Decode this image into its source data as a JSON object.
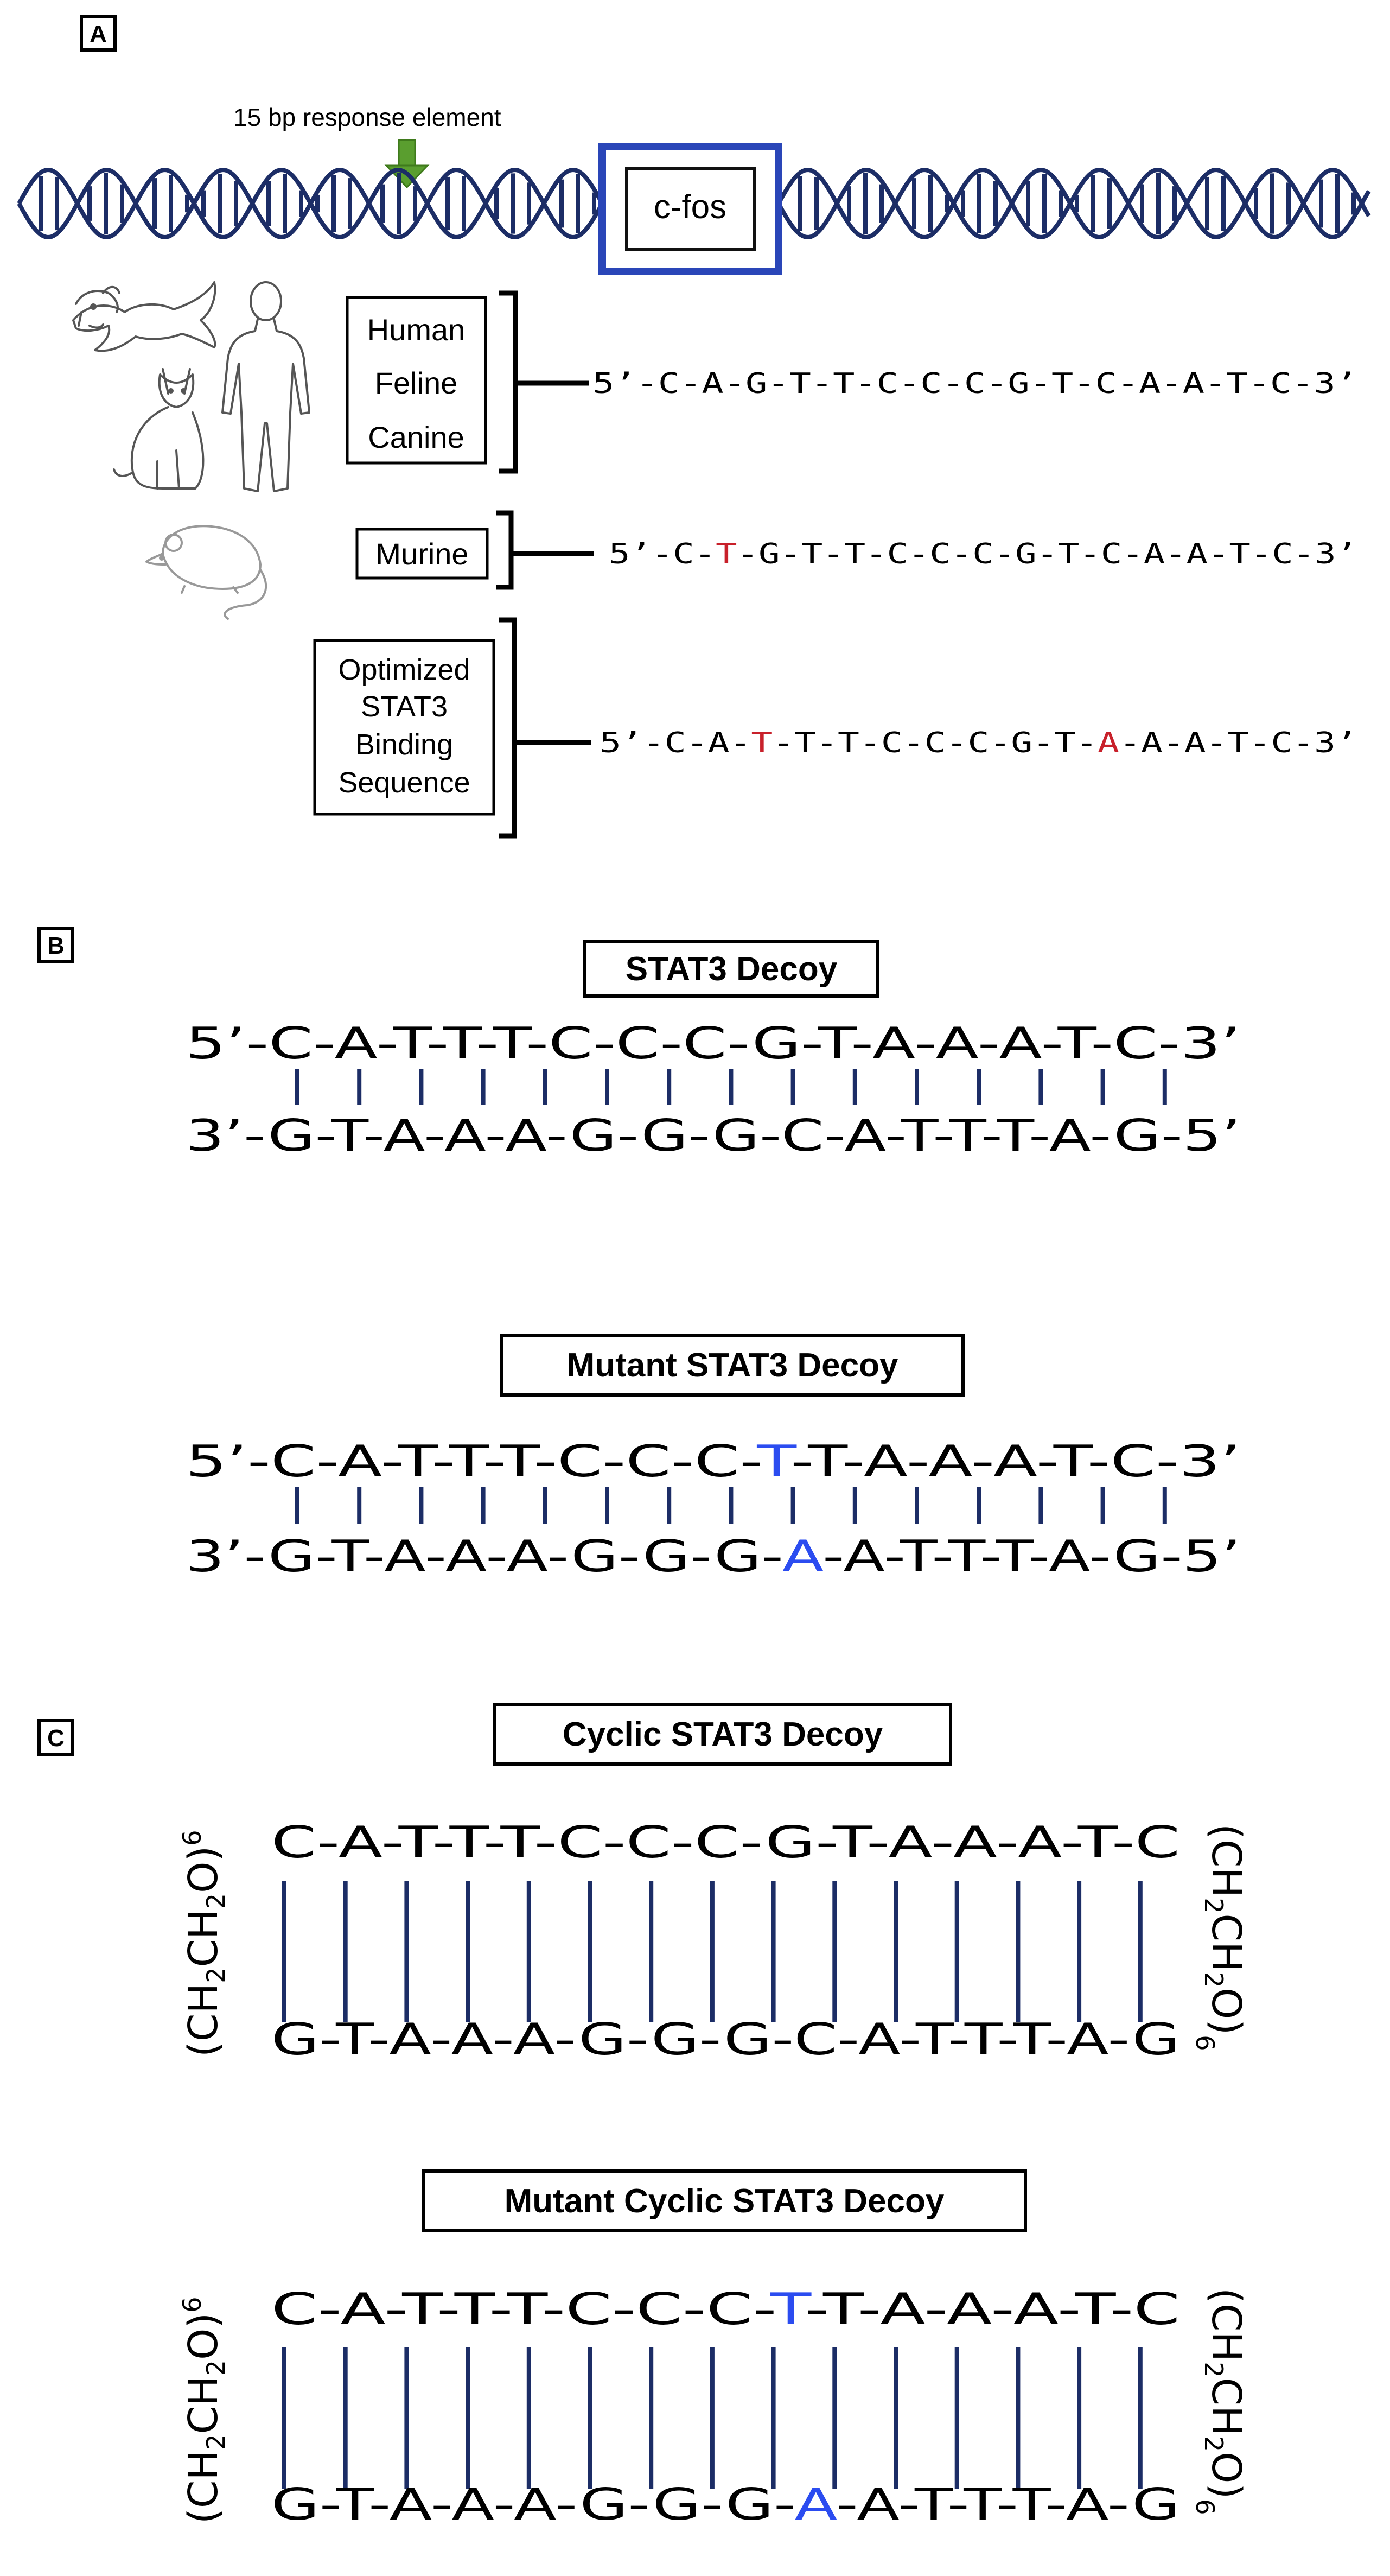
{
  "panel_a": {
    "label": "A",
    "arrow_label": "15 bp response element",
    "gene_label": "c-fos",
    "species_group1": [
      "Human",
      "Feline",
      "Canine"
    ],
    "species_group2": "Murine",
    "optimized": [
      "Optimized",
      "STAT3",
      "Binding",
      "Sequence"
    ],
    "seq1": "5’-C-A-G-T-T-C-C-C-G-T-C-A-A-T-C-3’",
    "seq2": {
      "prefix": "5’-C-",
      "mut": "T",
      "suffix": "-G-T-T-C-C-C-G-T-C-A-A-T-C-3’"
    },
    "seq3": {
      "prefix": "5’-C-A-",
      "mut1": "T",
      "mid": "-T-T-C-C-C-G-T-",
      "mut2": "A",
      "suffix": "-A-A-T-C-3’"
    }
  },
  "panel_b": {
    "label": "B",
    "decoy_title": "STAT3 Decoy",
    "decoy_top": "5’-C-A-T-T-T-C-C-C-G-T-A-A-A-T-C-3’",
    "decoy_bottom": "3’-G-T-A-A-A-G-G-G-C-A-T-T-T-A-G-5’",
    "mutant_title": "Mutant STAT3 Decoy",
    "mutant_top": {
      "prefix": "5’-C-A-T-T-T-C-C-C-",
      "mut": "T",
      "suffix": "-T-A-A-A-T-C-3’"
    },
    "mutant_bottom": {
      "prefix": "3’-G-T-A-A-A-G-G-G-",
      "mut": "A",
      "suffix": "-A-T-T-T-A-G-5’"
    }
  },
  "panel_c": {
    "label": "C",
    "cyclic_title": "Cyclic STAT3 Decoy",
    "cyclic_top": "C-A-T-T-T-C-C-C-G-T-A-A-A-T-C",
    "cyclic_bottom": "G-T-A-A-A-G-G-G-C-A-T-T-T-A-G",
    "mutant_title": "Mutant Cyclic STAT3 Decoy",
    "mutant_top": {
      "prefix": "C-A-T-T-T-C-C-C-",
      "mut": "T",
      "suffix": "-T-A-A-A-T-C"
    },
    "mutant_bottom": {
      "prefix": "G-T-A-A-A-G-G-G-",
      "mut": "A",
      "suffix": "-A-T-T-T-A-G"
    },
    "linker": {
      "open_paren": "(",
      "close_paren": ")",
      "ch": "CH",
      "two": "2",
      "o": "O",
      "six": "6"
    }
  },
  "colors": {
    "navy": "#1c2d66",
    "mutation_red": "#c8202a",
    "mutation_blue": "#2b4cf0",
    "arrow_green": "#5a9e2f"
  },
  "icons": [
    "dog-icon",
    "cat-icon",
    "human-icon",
    "mouse-icon",
    "dna-helix-icon",
    "green-arrow-icon"
  ]
}
